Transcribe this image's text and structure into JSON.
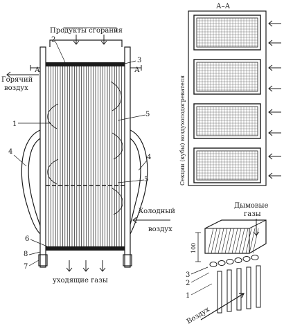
{
  "labels": {
    "section_title": "А–А",
    "combustion_products": "Продукты сгорания",
    "hot_air_line1": "Горячий",
    "hot_air_line2": "воздух",
    "cold_air_line1": "Холодный",
    "cold_air_line2": "воздух",
    "exhaust_gases": "уходящие газы",
    "flue_gases_line1": "Дымовые",
    "flue_gases_line2": "газы",
    "sections_caption": "Секции (кубы) воздухоподогревателя",
    "air": "Воздух",
    "section_marker_a": "А",
    "dimension_100": "100"
  },
  "callouts": [
    "1",
    "2",
    "3",
    "4",
    "5",
    "6",
    "7",
    "8"
  ],
  "detail_callouts": [
    "1",
    "2",
    "3"
  ],
  "colors": {
    "ink": "#1a1a1a",
    "paper": "#ffffff",
    "grid": "#555555"
  }
}
